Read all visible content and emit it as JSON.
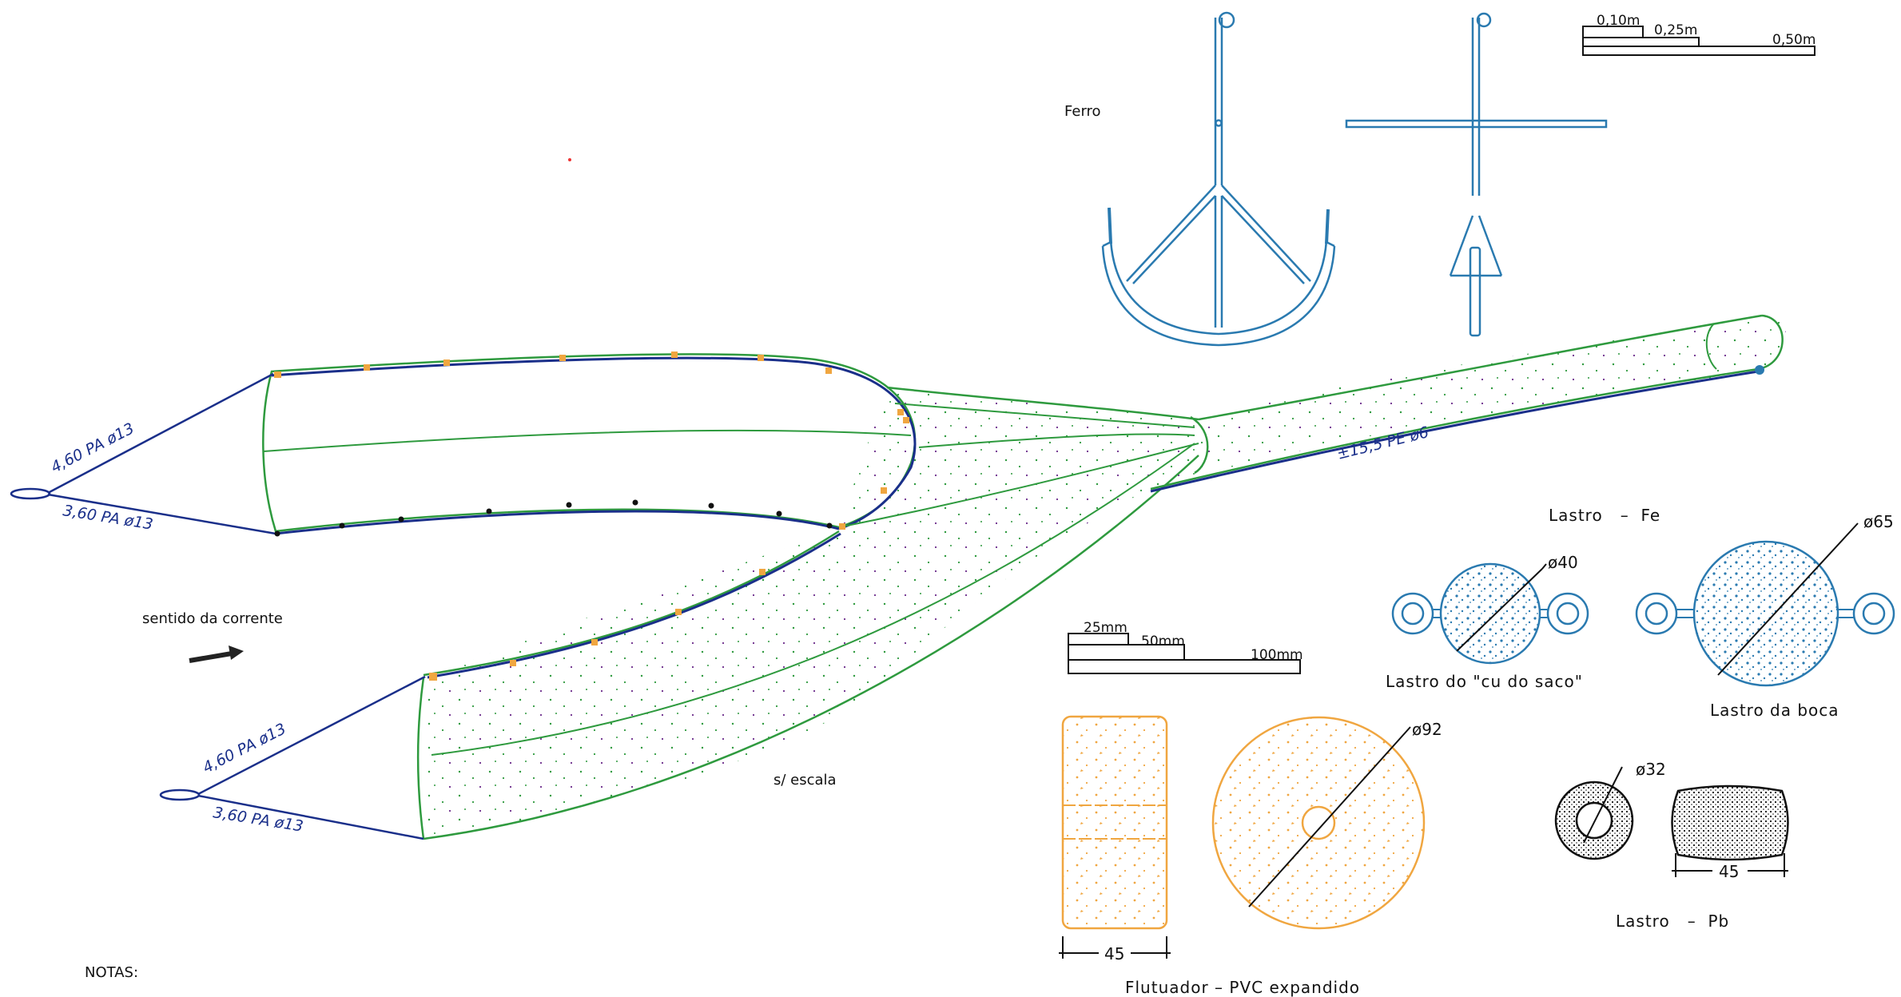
{
  "labels": {
    "ferro": "Ferro",
    "sentido": "sentido da corrente",
    "sem_escala": "s/ escala",
    "notas": "NOTAS:",
    "rope_upper_top": "4,60 PA ø13",
    "rope_upper_bottom": "3,60 PA ø13",
    "rope_lower_top": "4,60 PA ø13",
    "rope_lower_bottom": "3,60 PA ø13",
    "rope_codend": "±15,5 PE ø6",
    "lastro_fe": "Lastro   –  Fe",
    "dia_40": "ø40",
    "dia_65": "ø65",
    "lastro_cu_do_saco": "Lastro do \"cu do saco\"",
    "lastro_da_boca": "Lastro da boca",
    "dia_92": "ø92",
    "dim_45_float": "45",
    "flutuador": "Flutuador  –  PVC expandido",
    "dia_32": "ø32",
    "dim_45_lead": "45",
    "lastro_pb": "Lastro   –  Pb"
  },
  "scale_top": {
    "s1": "0,10m",
    "s2": "0,25m",
    "s3": "0,50m"
  },
  "scale_mid": {
    "s1": "25mm",
    "s2": "50mm",
    "s3": "100mm"
  },
  "colors": {
    "net": "#2e9a3e",
    "rope": "#1a2f8a",
    "anchor": "#2a7ab0",
    "float": "#f0a640",
    "weight_fe": "#2a7ab0",
    "weight_pb": "#111111"
  }
}
